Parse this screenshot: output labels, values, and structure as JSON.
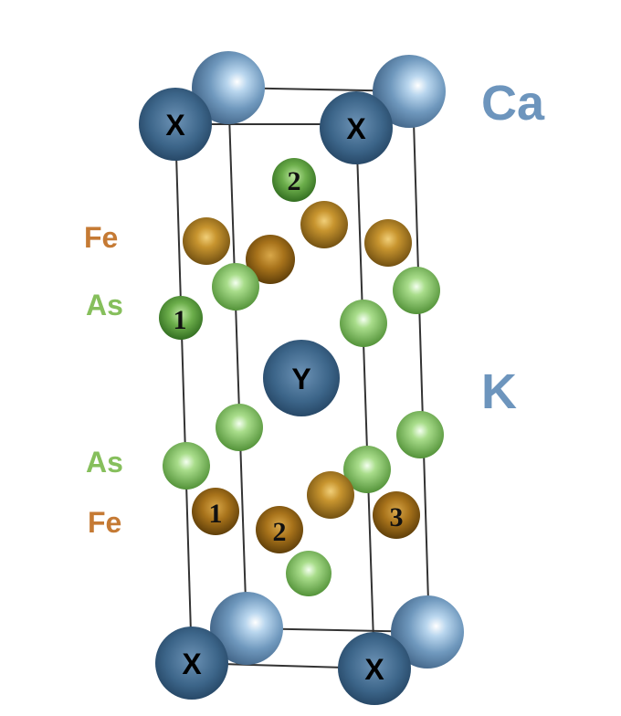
{
  "labels": {
    "fe_top": "Fe",
    "as_top": "As",
    "as_bottom": "As",
    "fe_bottom": "Fe",
    "ca": "Ca",
    "k": "K"
  },
  "atom_labels": {
    "x": "X",
    "y": "Y",
    "as_site_1": "1",
    "as_site_2": "2",
    "fe_site_1": "1",
    "fe_site_2": "2",
    "fe_site_3": "3"
  },
  "colors": {
    "blue_atom": "#5f87a8",
    "dark_blue_atom": "#3b6588",
    "fe_atom": "#b8862a",
    "as_atom": "#7ec45a",
    "fe_label": "#c57a34",
    "as_label": "#86bf5c",
    "ca_k_label": "#6d95bd"
  }
}
